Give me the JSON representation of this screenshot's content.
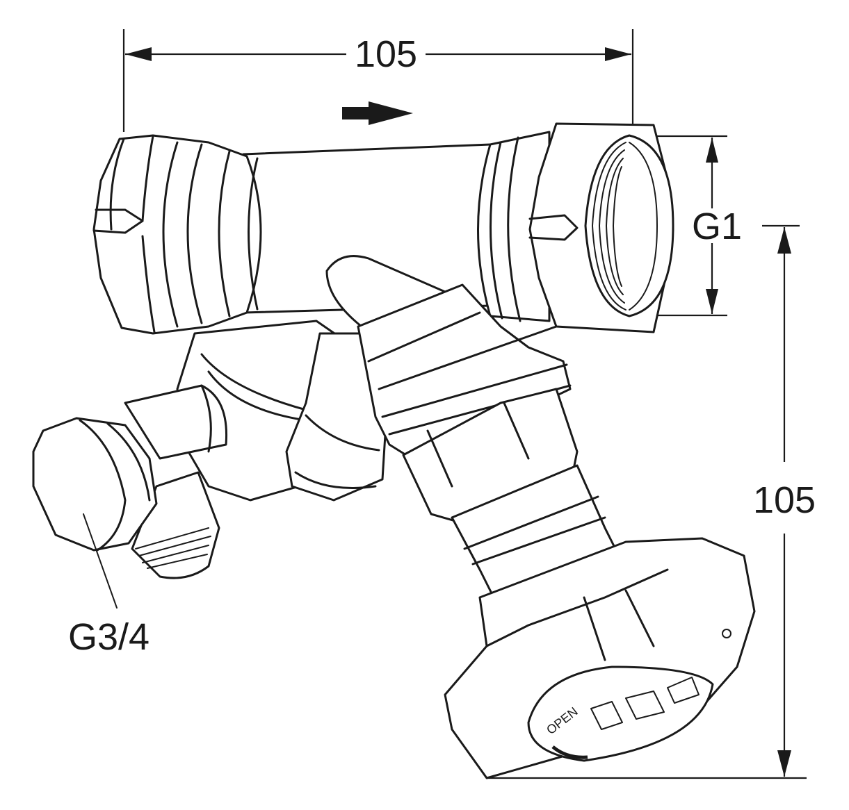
{
  "dimensions": {
    "width_label": "105",
    "height_label": "105"
  },
  "labels": {
    "main_thread": "G1",
    "side_port_thread": "G3/4",
    "handwheel_text": "OPEN"
  }
}
